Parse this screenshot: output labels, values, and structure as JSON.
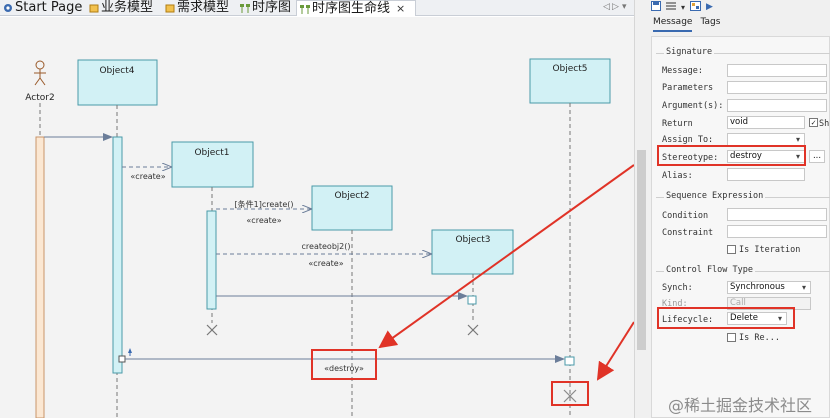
{
  "tabs": [
    {
      "label": "Start Page",
      "icon": "start-page-icon",
      "active": false
    },
    {
      "label": "业务模型",
      "icon": "business-model-icon",
      "active": false
    },
    {
      "label": "需求模型",
      "icon": "requirements-model-icon",
      "active": false
    },
    {
      "label": "时序图",
      "icon": "sequence-diagram-icon",
      "active": false
    },
    {
      "label": "时序图生命线",
      "icon": "sequence-diagram-icon",
      "active": true
    }
  ],
  "tab_close_glyph": "×",
  "tab_nav": {
    "left": "◁",
    "right": "▷",
    "menu": "▾"
  },
  "diagram": {
    "actor": {
      "label": "Actor2"
    },
    "lifelines": [
      {
        "label": "Object4"
      },
      {
        "label": "Object1"
      },
      {
        "label": "Object2"
      },
      {
        "label": "Object3"
      },
      {
        "label": "Object5"
      }
    ],
    "messages": [
      {
        "label": "«create»"
      },
      {
        "label": "[条件1]create()"
      },
      {
        "label": "«create»"
      },
      {
        "label": "createobj2()"
      },
      {
        "label": "«create»"
      },
      {
        "label": "«destroy»"
      }
    ]
  },
  "panel": {
    "toolbar_icons": [
      "save-icon",
      "list-icon",
      "layout-icon",
      "next-icon"
    ],
    "tabs": [
      "Message",
      "Tags"
    ],
    "signature": {
      "title": "Signature",
      "message_label": "Message:",
      "message_value": "",
      "parameters_label": "Parameters",
      "parameters_value": "",
      "arguments_label": "Argument(s):",
      "arguments_value": "",
      "return_label": "Return",
      "return_value": "void",
      "return_check_label": "Sh",
      "assign_label": "Assign To:",
      "assign_value": "",
      "stereotype_label": "Stereotype:",
      "stereotype_value": "destroy",
      "stereotype_button": "...",
      "alias_label": "Alias:",
      "alias_value": ""
    },
    "sequence": {
      "title": "Sequence Expression",
      "condition_label": "Condition",
      "condition_value": "",
      "constraint_label": "Constraint",
      "constraint_value": "",
      "iteration_label": "Is Iteration"
    },
    "control_flow": {
      "title": "Control Flow Type",
      "synch_label": "Synch:",
      "synch_value": "Synchronous",
      "kind_label": "Kind:",
      "kind_value": "Call",
      "lifecycle_label": "Lifecycle:",
      "lifecycle_value": "Delete",
      "is_return_label": "Is Re..."
    }
  },
  "watermark": "@稀土掘金技术社区",
  "colors": {
    "lifeline_fill": "#d2f1f5",
    "lifeline_stroke": "#4a9aa8",
    "actor_activation": "#fbe7d2",
    "highlight": "#e03327",
    "message_line": "#6b7d99",
    "panel_bg": "#f0f0f0"
  }
}
